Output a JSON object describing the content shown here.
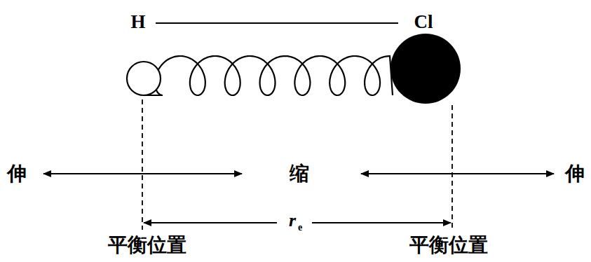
{
  "diagram": {
    "labels": [
      "H",
      "Cl",
      "伸",
      "缩",
      "伸",
      "r",
      "e",
      "平衡位置",
      "平衡位置"
    ]
  }
}
